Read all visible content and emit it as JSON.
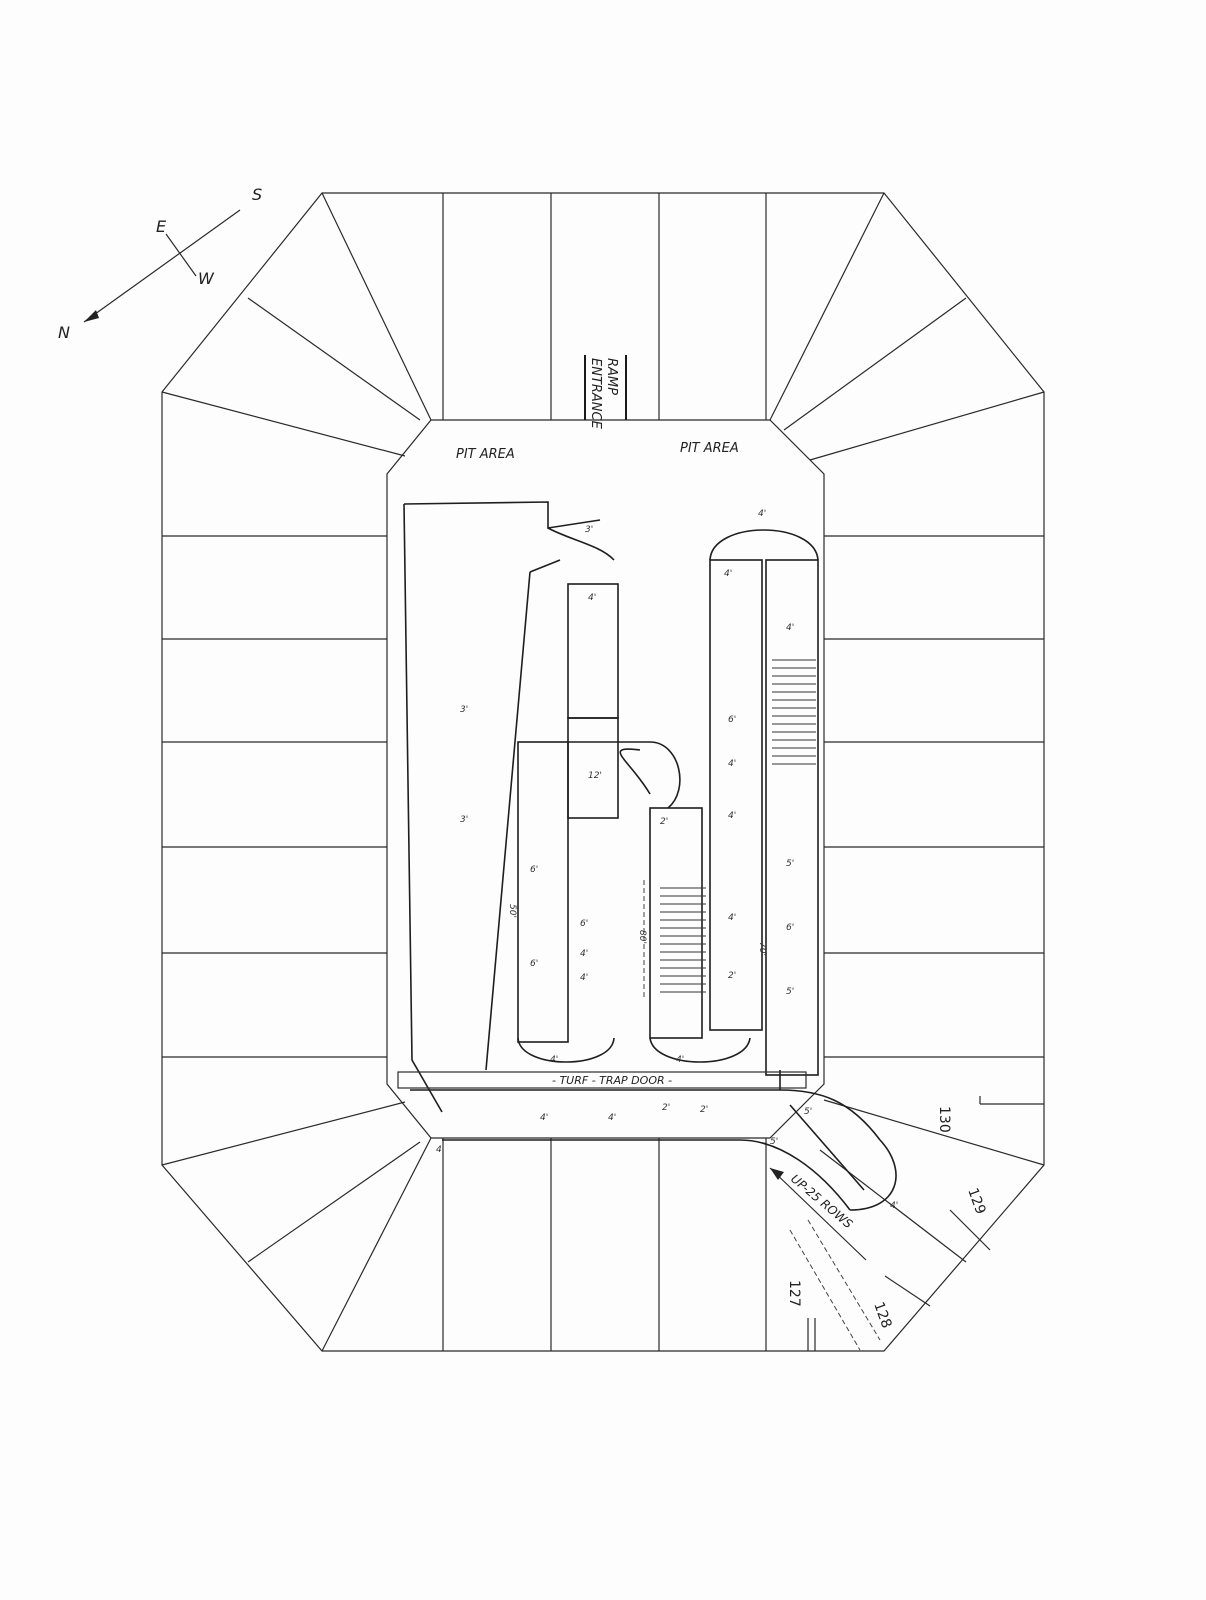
{
  "compass": {
    "s": "S",
    "e": "E",
    "w": "W",
    "n": "N"
  },
  "labels": {
    "ramp": "RAMP",
    "entrance": "ENTRANCE",
    "pit_left": "PIT AREA",
    "pit_right": "PIT AREA",
    "trap_door": "- TURF - TRAP DOOR -",
    "up_ramp": "UP-25 ROWS"
  },
  "sections": [
    "130",
    "129",
    "128",
    "127"
  ],
  "jump_heights": {
    "j1": "3'",
    "j2": "3'",
    "j3": "3'",
    "j4": "4'",
    "j5": "12'",
    "j6": "2'",
    "j7": "6'",
    "j8": "6'",
    "j9": "6'",
    "j10": "4'",
    "j11": "4'",
    "j12": "4'",
    "j13": "4'",
    "j14": "4'",
    "j15": "6'",
    "j16": "4'",
    "j17": "4'",
    "j18": "4'",
    "j19": "5'",
    "j20": "6'",
    "j21": "5'",
    "j22": "2'",
    "j23": "4'",
    "j24": "4'",
    "j25": "5'",
    "j26": "5'",
    "j27": "4'",
    "j28": "4'",
    "j29": "2'",
    "j30": "2'",
    "j31": "4'",
    "j32": "4'"
  },
  "dimensions": {
    "d1": "50'",
    "d2": "80'",
    "d3": "70'"
  }
}
